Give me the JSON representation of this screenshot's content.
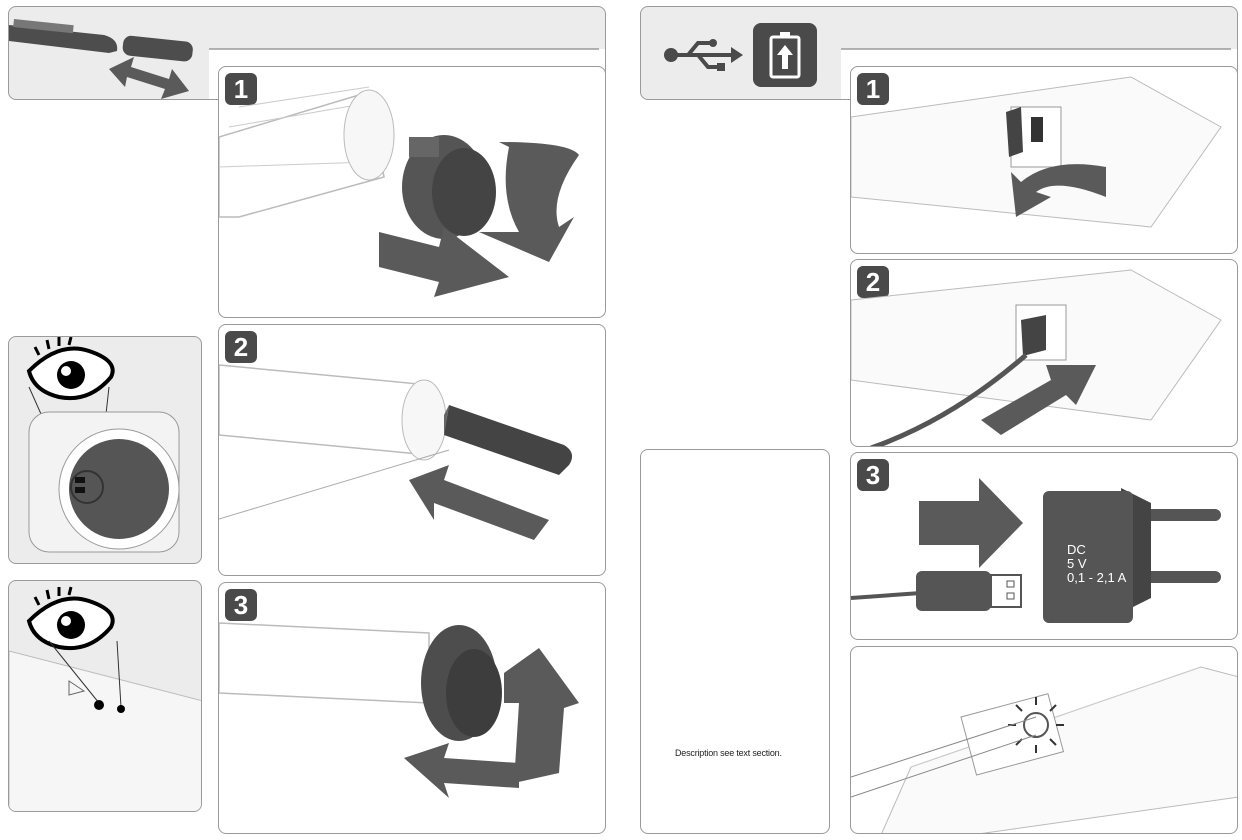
{
  "steps": {
    "left": [
      "1",
      "2",
      "3"
    ],
    "right": [
      "1",
      "2",
      "3"
    ]
  },
  "charger": {
    "line1": "DC",
    "line2": "5 V",
    "line3": "0,1 - 2,1 A"
  },
  "caption": "Description see text section.",
  "icons": {
    "usb": "usb-icon",
    "battery": "battery-charge-icon",
    "eye": "eye-icon",
    "arrow": "arrow-icon"
  },
  "colors": {
    "badge": "#4a4a4a",
    "arrow": "#5a5a5a",
    "panel_header": "#ececec",
    "outline": "#9a9a9a"
  }
}
